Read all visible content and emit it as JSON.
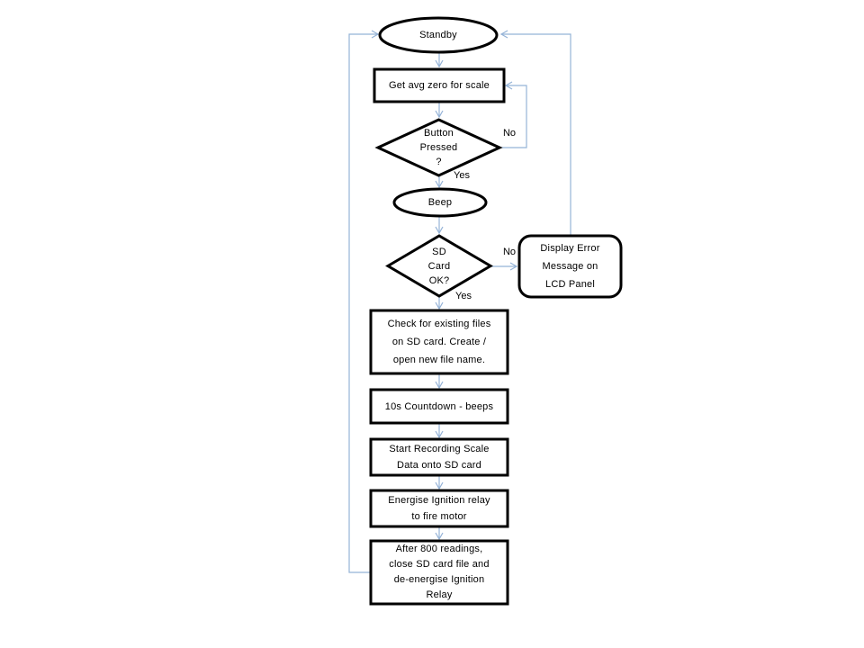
{
  "diagram": {
    "type": "flowchart",
    "colors": {
      "connector": "#95b3d7",
      "shape_border": "#000000",
      "shape_fill": "#ffffff",
      "text": "#000000"
    },
    "nodes": {
      "standby": {
        "shape": "ellipse",
        "label": "Standby"
      },
      "get_avg_zero": {
        "shape": "process",
        "label": "Get avg zero for scale"
      },
      "button_pressed": {
        "shape": "decision",
        "lines": [
          "Button",
          "Pressed",
          "?"
        ]
      },
      "beep": {
        "shape": "ellipse",
        "label": "Beep"
      },
      "sd_card_ok": {
        "shape": "decision",
        "lines": [
          "SD",
          "Card",
          "OK?"
        ]
      },
      "display_error": {
        "shape": "rounded-rect",
        "lines": [
          "Display Error",
          "Message on",
          "LCD Panel"
        ]
      },
      "check_files": {
        "shape": "process",
        "lines": [
          "Check for existing files",
          "on SD card. Create /",
          "open new file name."
        ]
      },
      "countdown": {
        "shape": "process",
        "label": "10s Countdown - beeps"
      },
      "start_recording": {
        "shape": "process",
        "lines": [
          "Start Recording Scale",
          "Data onto SD card"
        ]
      },
      "energise_ignition": {
        "shape": "process",
        "lines": [
          "Energise Ignition relay",
          "to fire motor"
        ]
      },
      "after_800": {
        "shape": "process",
        "lines": [
          "After 800 readings,",
          "close SD card file and",
          "de-energise Ignition",
          "Relay"
        ]
      }
    },
    "edge_labels": {
      "button_no": "No",
      "button_yes": "Yes",
      "sd_no": "No",
      "sd_yes": "Yes"
    }
  }
}
